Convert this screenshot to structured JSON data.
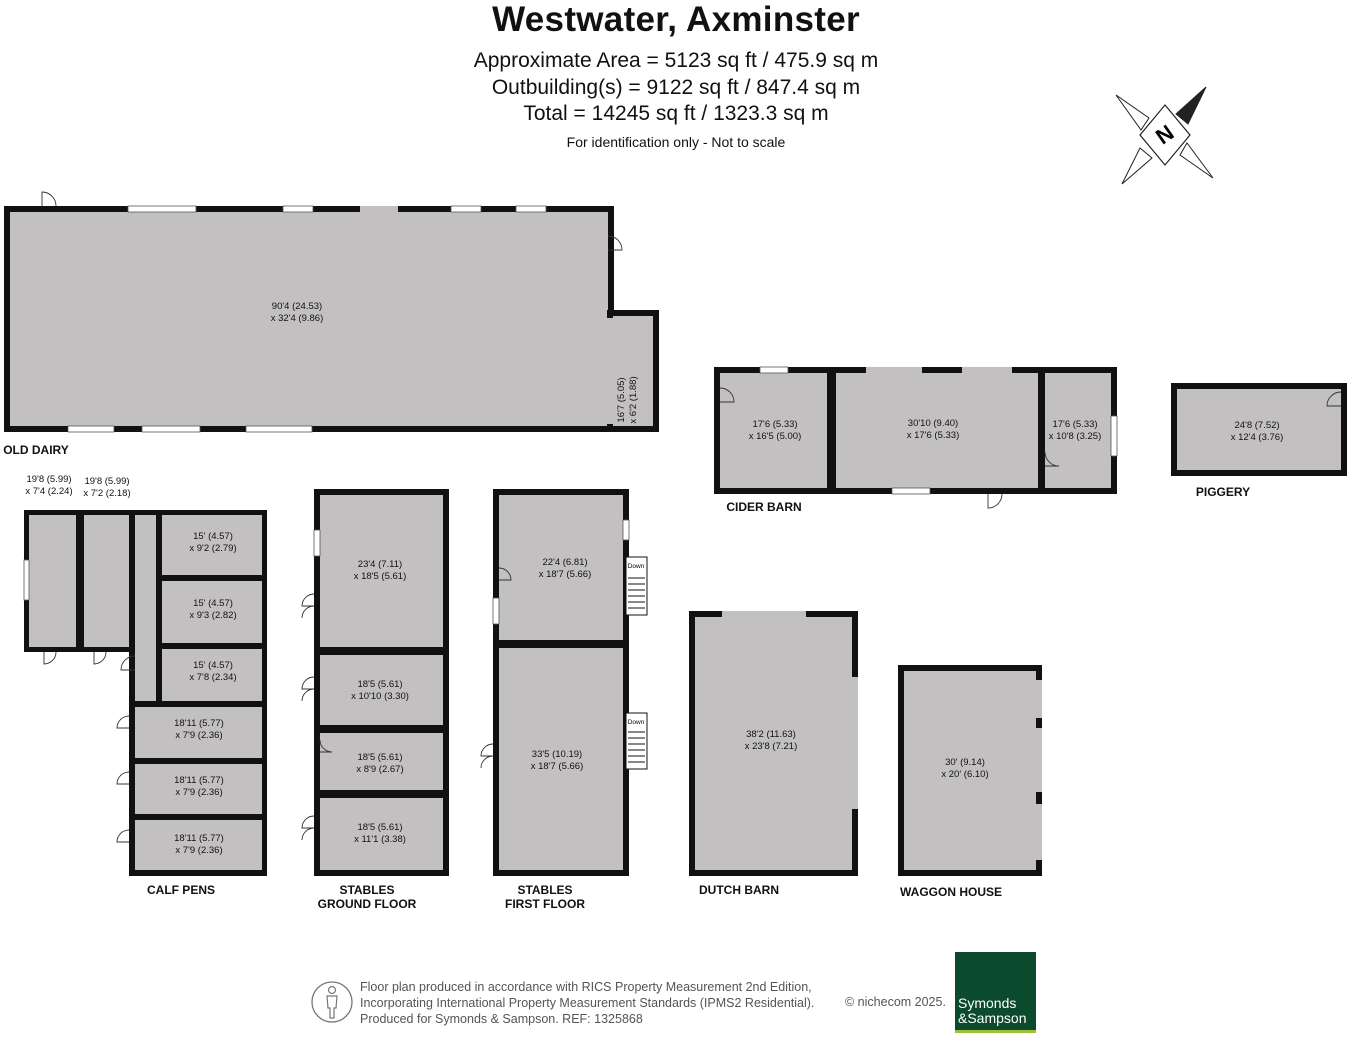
{
  "header": {
    "title": "Westwater, Axminster",
    "area_line": "Approximate Area = 5123 sq ft / 475.9 sq m",
    "outbuilding_line": "Outbuilding(s) = 9122 sq ft / 847.4 sq m",
    "total_line": "Total = 14245 sq ft / 1323.3 sq m",
    "note": "For identification only - Not to scale"
  },
  "compass": {
    "letter": "N"
  },
  "labels": {
    "old_dairy": "OLD DAIRY",
    "cider_barn": "CIDER BARN",
    "piggery": "PIGGERY",
    "calf_pens": "CALF PENS",
    "stables_ground_1": "STABLES",
    "stables_ground_2": "GROUND FLOOR",
    "stables_first_1": "STABLES",
    "stables_first_2": "FIRST FLOOR",
    "dutch_barn": "DUTCH BARN",
    "waggon_house": "WAGGON HOUSE"
  },
  "rooms": {
    "dairy_main": [
      "90'4 (24.53)",
      "x 32'4 (9.86)"
    ],
    "dairy_small": [
      "16'7 (5.05)",
      "x 6'2 (1.88)"
    ],
    "cider_1": [
      "17'6 (5.33)",
      "x 16'5 (5.00)"
    ],
    "cider_2": [
      "30'10 (9.40)",
      "x 17'6 (5.33)"
    ],
    "cider_3": [
      "17'6 (5.33)",
      "x 10'8 (3.25)"
    ],
    "piggery": [
      "24'8 (7.52)",
      "x 12'4 (3.76)"
    ],
    "calf_a": [
      "19'8 (5.99)",
      "x 7'4 (2.24)"
    ],
    "calf_b": [
      "19'8 (5.99)",
      "x 7'2 (2.18)"
    ],
    "calf_1": [
      "15' (4.57)",
      "x 9'2 (2.79)"
    ],
    "calf_2": [
      "15' (4.57)",
      "x 9'3 (2.82)"
    ],
    "calf_3": [
      "15' (4.57)",
      "x 7'8 (2.34)"
    ],
    "calf_4": [
      "18'11 (5.77)",
      "x 7'9 (2.36)"
    ],
    "calf_5": [
      "18'11 (5.77)",
      "x 7'9 (2.36)"
    ],
    "calf_6": [
      "18'11 (5.77)",
      "x 7'9 (2.36)"
    ],
    "sg_1": [
      "23'4 (7.11)",
      "x 18'5 (5.61)"
    ],
    "sg_2": [
      "18'5 (5.61)",
      "x 10'10 (3.30)"
    ],
    "sg_3": [
      "18'5 (5.61)",
      "x 8'9 (2.67)"
    ],
    "sg_4": [
      "18'5 (5.61)",
      "x 11'1 (3.38)"
    ],
    "sf_1": [
      "22'4 (6.81)",
      "x 18'7 (5.66)"
    ],
    "sf_2": [
      "33'5 (10.19)",
      "x 18'7 (5.66)"
    ],
    "dutch": [
      "38'2 (11.63)",
      "x 23'8 (7.21)"
    ],
    "waggon": [
      "30' (9.14)",
      "x 20' (6.10)"
    ]
  },
  "stairs": {
    "down_label": "Down"
  },
  "footer": {
    "line1": "Floor plan produced in accordance with RICS Property Measurement 2nd Edition,",
    "line2": "Incorporating International Property Measurement Standards (IPMS2 Residential).",
    "line3": "Produced for Symonds & Sampson.   REF:  1325868",
    "copyright": "© nichecom 2025."
  },
  "logo": {
    "line1": "Symonds",
    "line2": "&Sampson"
  },
  "colors": {
    "room_fill": "#c3c0c1",
    "wall": "#111111",
    "logo_green": "#0b4a2c",
    "logo_accent": "#9cc03a"
  }
}
